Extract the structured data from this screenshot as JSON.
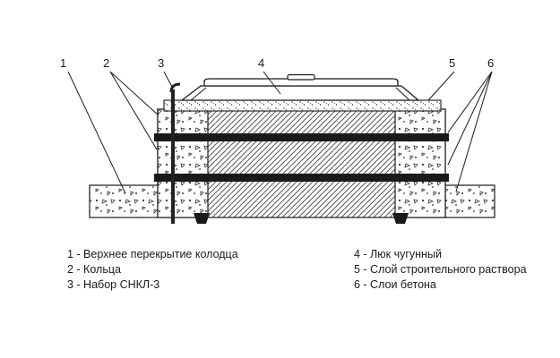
{
  "callouts": [
    "1",
    "2",
    "3",
    "4",
    "5",
    "6"
  ],
  "legend": {
    "left": [
      "1 - Верхнее перекрытие колодца",
      "2 - Кольца",
      "3 - Набор СНКЛ-3"
    ],
    "right": [
      "4 - Люк чугунный",
      "5 - Слой строительного раствора",
      "6 - Слои бетона"
    ]
  },
  "colors": {
    "line": "#1a1a1a",
    "background": "#ffffff"
  }
}
